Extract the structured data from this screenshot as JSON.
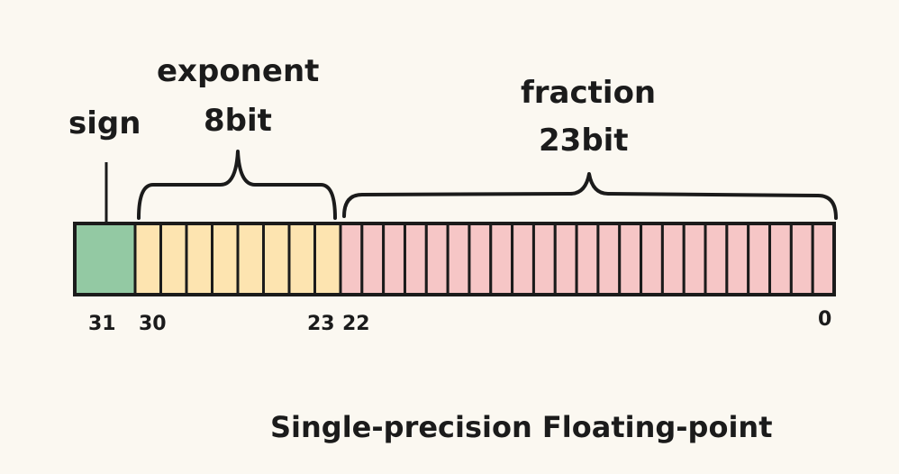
{
  "labels": {
    "sign": "sign",
    "exponent": "exponent",
    "exponent_bits": "8bit",
    "fraction": "fraction",
    "fraction_bits": "23bit"
  },
  "bit_indices": {
    "sign": "31",
    "exponent_high": "30",
    "exponent_low": "23",
    "fraction_high": "22",
    "fraction_low": "0"
  },
  "title": "Single-precision Floating-point",
  "fields": [
    {
      "name": "sign",
      "bits": 1,
      "color": "#93c9a3"
    },
    {
      "name": "exponent",
      "bits": 8,
      "color": "#fde4b0"
    },
    {
      "name": "fraction",
      "bits": 23,
      "color": "#f6c6c6"
    }
  ]
}
